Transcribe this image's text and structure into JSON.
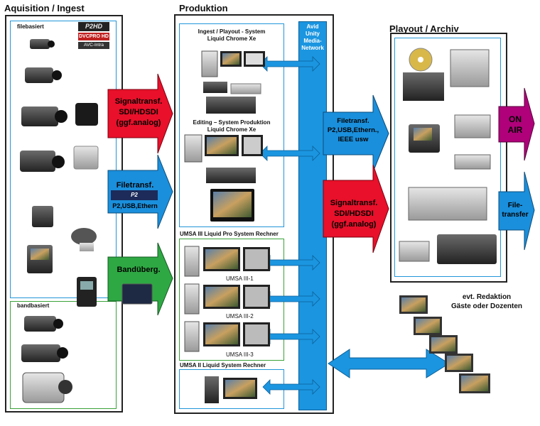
{
  "sections": {
    "acquisition": "Aquisition / Ingest",
    "production": "Produktion",
    "playout": "Playout / Archiv"
  },
  "acquisition": {
    "filebased": "filebasiert",
    "tapebased": "bandbasiert",
    "logos": [
      "P2HD",
      "DVCPRO HD",
      "AVC-Intra"
    ]
  },
  "arrows": {
    "signal_in": [
      "Signaltransf.",
      "SDI/HDSDI",
      "(ggf.analog)"
    ],
    "file_in_title": "Filetransf.",
    "file_in_sub": "P2,USB,Ethern",
    "tape_in": "Bandüberg.",
    "file_out": [
      "Filetransf.",
      "P2,USB,Ethern.,",
      "IEEE usw"
    ],
    "signal_out": [
      "Signaltransf.",
      "SDI/HDSDI",
      "(ggf.analog)"
    ],
    "on_air": [
      "ON",
      "AIR"
    ],
    "file_transfer": [
      "File-",
      "transfer"
    ]
  },
  "production": {
    "ingest_title": [
      "Ingest / Playout - System",
      "Liquid Chrome Xe"
    ],
    "editing_title": [
      "Editing – System Produktion",
      "Liquid Chrome Xe"
    ],
    "umsa3_title": "UMSA III Liquid Pro System Rechner",
    "umsa3_units": [
      "UMSA III-1",
      "UMSA III-2",
      "UMSA III-3"
    ],
    "umsa2_title": "UMSA II Liquid System Rechner",
    "avid": [
      "Avid",
      "Unity",
      "Media-",
      "Network"
    ]
  },
  "remote": [
    "evt. Redaktion",
    "Gäste oder Dozenten"
  ],
  "colors": {
    "arrow_red": "#e8102a",
    "arrow_blue": "#1a8fdc",
    "arrow_green": "#2ea843",
    "arrow_magenta": "#b0007a",
    "network_blue": "#1b95e0",
    "border_blue": "#2196d9",
    "border_green": "#3aa23a"
  }
}
